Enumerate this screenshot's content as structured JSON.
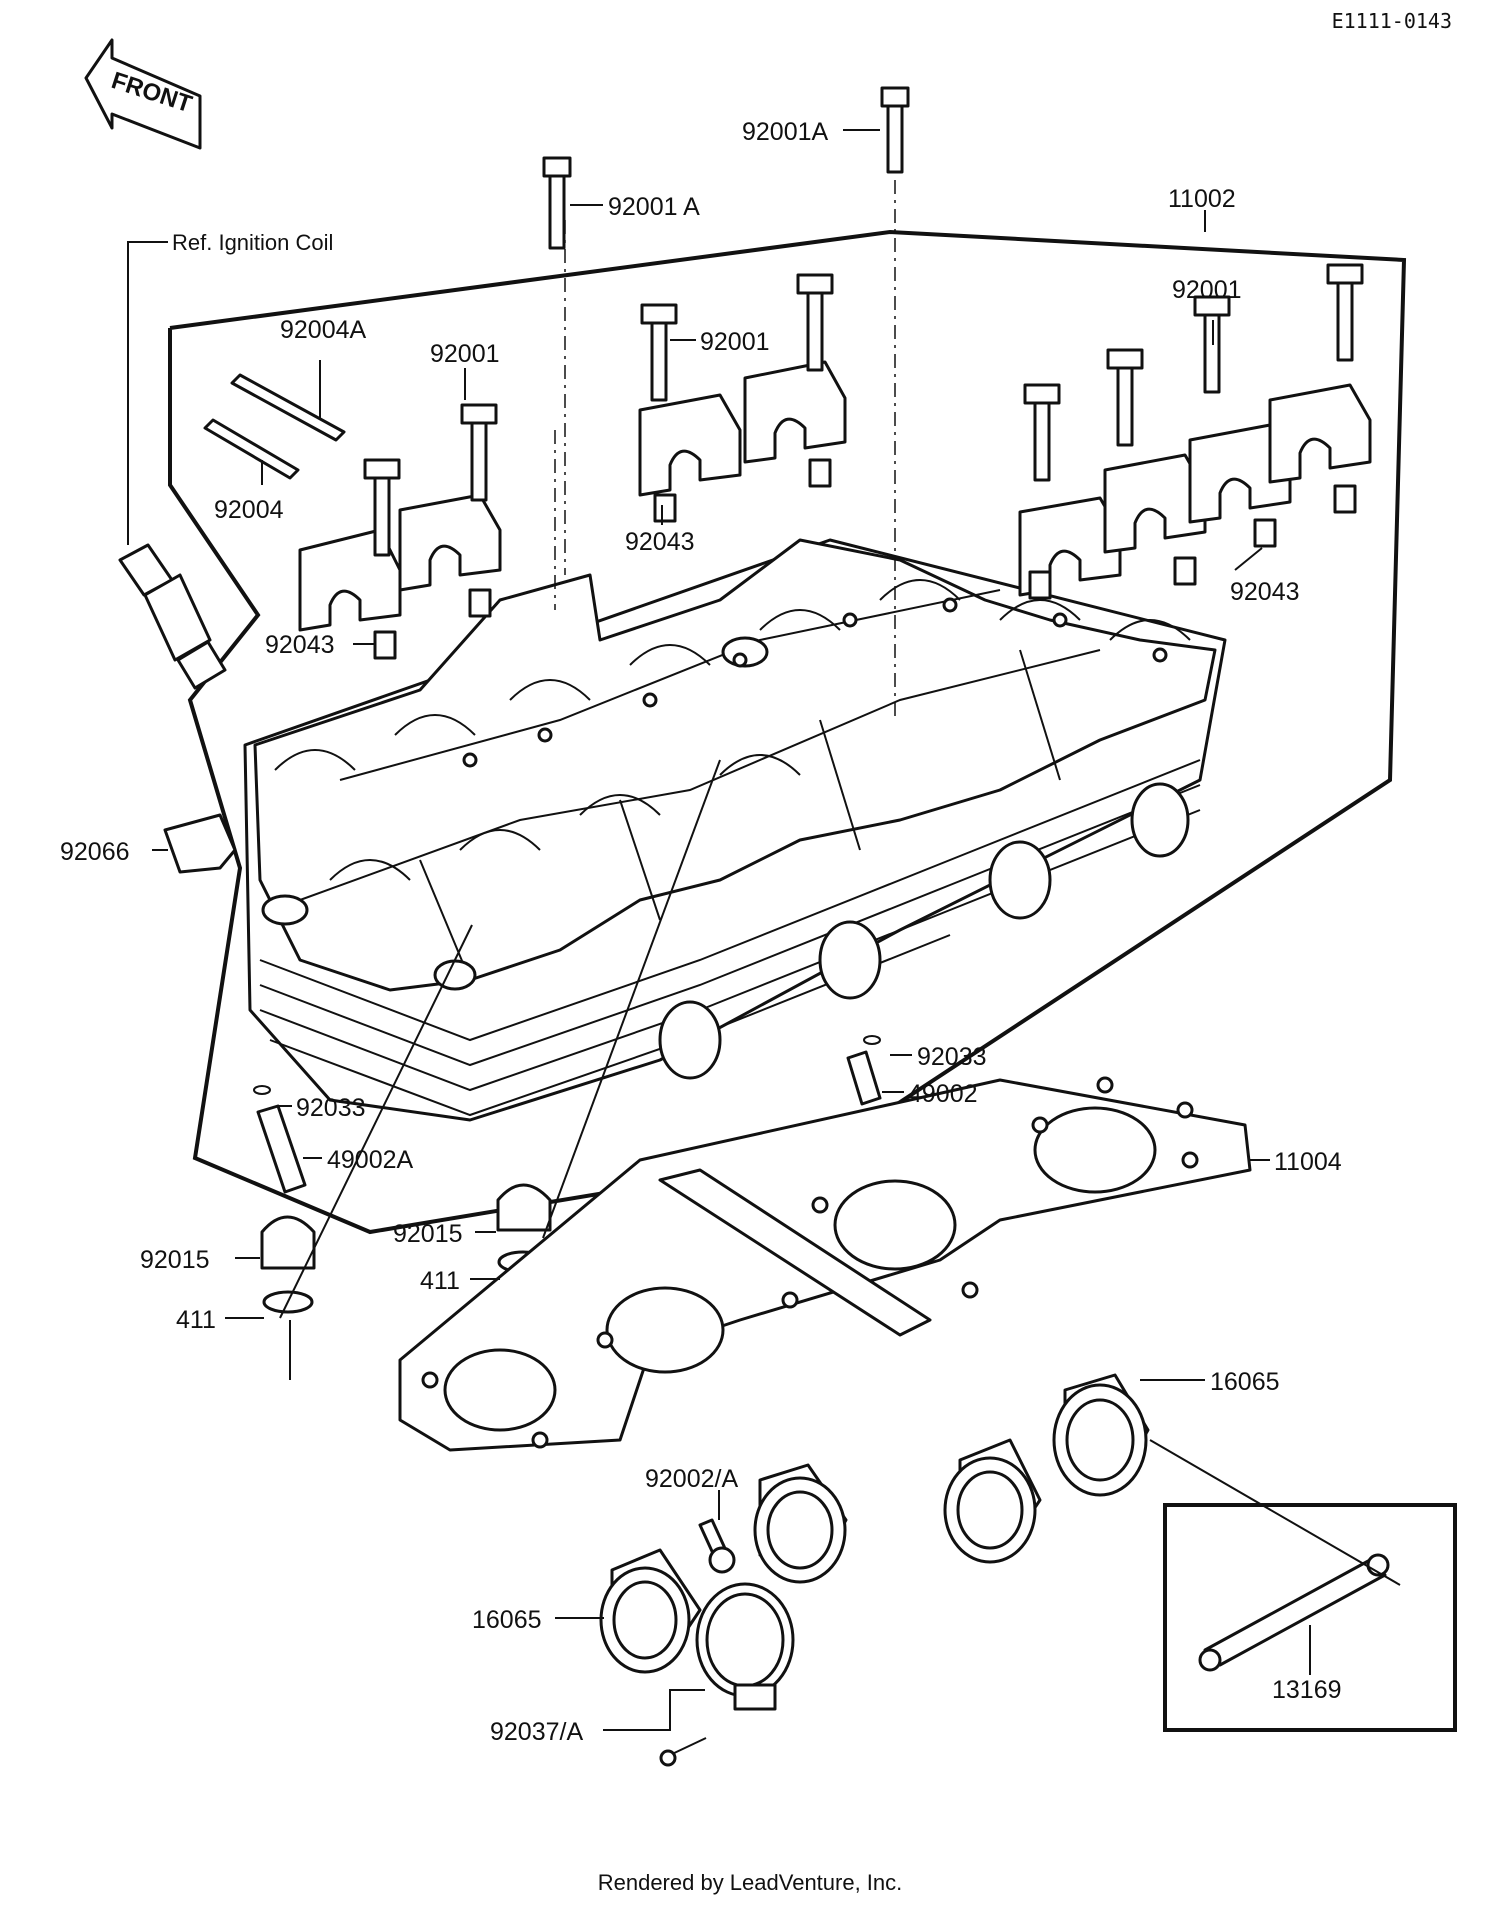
{
  "document_code": "E1111-0143",
  "front_arrow": "FRONT",
  "footer": "Rendered by LeadVenture, Inc.",
  "ref_note": "Ref. Ignition Coil",
  "callouts": [
    {
      "id": "92001a-top",
      "text": "92001A"
    },
    {
      "id": "92001a-left",
      "text": "92001 A"
    },
    {
      "id": "11002",
      "text": "11002"
    },
    {
      "id": "92001-right",
      "text": "92001"
    },
    {
      "id": "92004a",
      "text": "92004A"
    },
    {
      "id": "92001-left",
      "text": "92001"
    },
    {
      "id": "92001-center",
      "text": "92001"
    },
    {
      "id": "92004",
      "text": "92004"
    },
    {
      "id": "92043-center",
      "text": "92043"
    },
    {
      "id": "92043-right",
      "text": "92043"
    },
    {
      "id": "92043-left",
      "text": "92043"
    },
    {
      "id": "92066",
      "text": "92066"
    },
    {
      "id": "92033-right",
      "text": "92033"
    },
    {
      "id": "49002",
      "text": "49002"
    },
    {
      "id": "92033-left",
      "text": "92033"
    },
    {
      "id": "49002a",
      "text": "49002A"
    },
    {
      "id": "11004",
      "text": "11004"
    },
    {
      "id": "92015-center",
      "text": "92015"
    },
    {
      "id": "92015-left",
      "text": "92015"
    },
    {
      "id": "411-center",
      "text": "411"
    },
    {
      "id": "411-left",
      "text": "411"
    },
    {
      "id": "16065-right",
      "text": "16065"
    },
    {
      "id": "92002a",
      "text": "92002/A"
    },
    {
      "id": "16065-left",
      "text": "16065"
    },
    {
      "id": "13169",
      "text": "13169"
    },
    {
      "id": "92037a",
      "text": "92037/A"
    }
  ]
}
